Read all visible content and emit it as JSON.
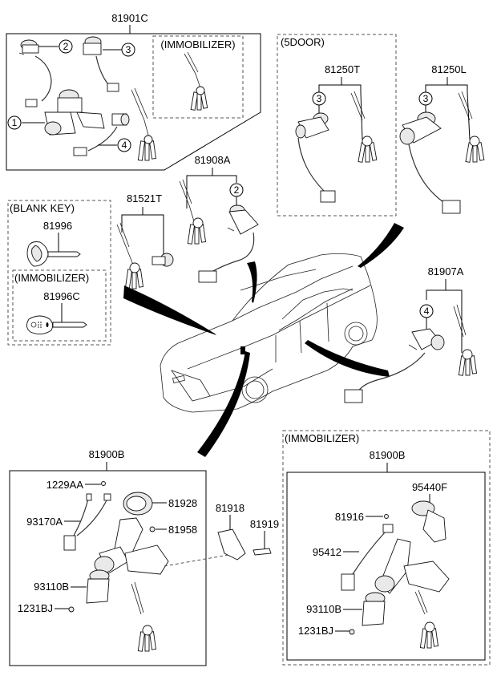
{
  "diagram": {
    "title": "Key & Cylinder Set parts diagram",
    "groups": {
      "set_81901C": {
        "part_no": "81901C",
        "sub_label": "(IMMOBILIZER)",
        "callouts": [
          "1",
          "2",
          "3",
          "4"
        ]
      },
      "five_door": {
        "label": "(5DOOR)",
        "part_no": "81250T",
        "callout": "3"
      },
      "trunk_81250L": {
        "part_no": "81250L",
        "callout": "3"
      },
      "door_81908A": {
        "part_no": "81908A",
        "callout": "2"
      },
      "glove_81521T": {
        "part_no": "81521T"
      },
      "blank_key": {
        "label": "(BLANK KEY)",
        "part_no": "81996",
        "immobilizer_label": "(IMMOBILIZER)",
        "immobilizer_part_no": "81996C"
      },
      "door_81907A": {
        "part_no": "81907A",
        "callout": "4"
      },
      "lock_81900B": {
        "part_no": "81900B",
        "parts": {
          "screw_top": "1229AA",
          "harness": "93170A",
          "ring": "81928",
          "screw_side": "81958",
          "cylinder": "93110B",
          "screw_bottom": "1231BJ"
        }
      },
      "bracket": {
        "part_a": "81918",
        "part_b": "81919"
      },
      "lock_immob": {
        "label": "(IMMOBILIZER)",
        "part_no": "81900B",
        "parts": {
          "antenna_cover": "95440F",
          "screw_top": "81916",
          "harness": "95412",
          "cylinder": "93110B",
          "screw_bottom": "1231BJ"
        }
      }
    }
  }
}
